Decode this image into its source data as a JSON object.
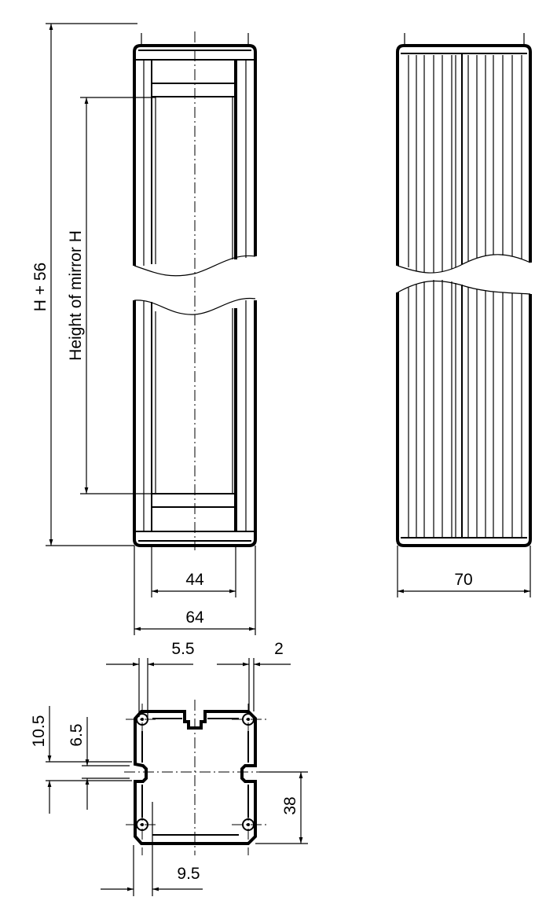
{
  "labels": {
    "overall_height": "H + 56",
    "mirror_height": "Height of mirror H",
    "inner_width": "44",
    "outer_width": "64",
    "side_width": "70",
    "dim_5_5": "5.5",
    "dim_2": "2",
    "dim_10_5": "10.5",
    "dim_6_5": "6.5",
    "dim_38": "38",
    "dim_9_5": "9.5"
  }
}
